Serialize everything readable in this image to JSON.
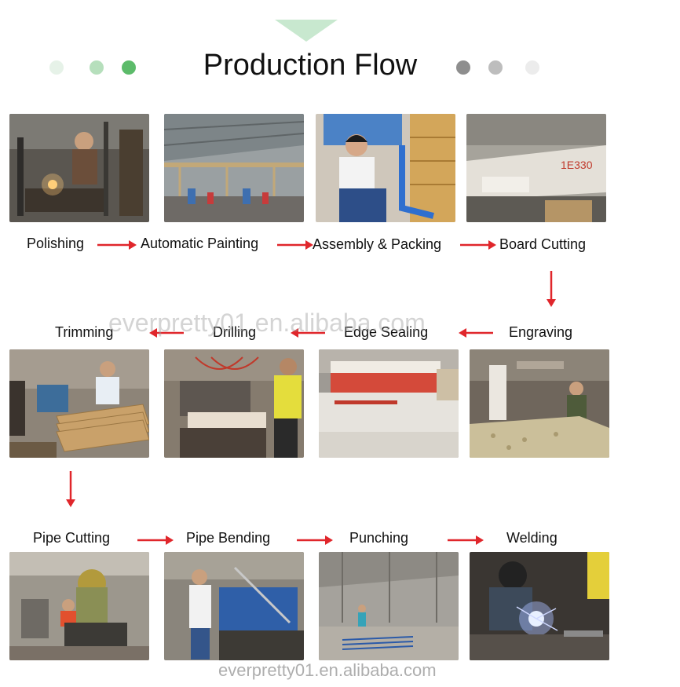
{
  "title": "Production Flow",
  "colors": {
    "accent_green": "#5cbb6a",
    "dot_green_mid": "#b6dfbc",
    "dot_green_light": "#e4f2e6",
    "dot_gray_dark": "#8e8e8e",
    "dot_gray_mid": "#bdbdbd",
    "dot_gray_light": "#e6e6e6",
    "arrow_red": "#e0262b"
  },
  "steps": {
    "polishing": "Polishing",
    "automatic_painting": "Automatic Painting",
    "assembly_packing": "Assembly & Packing",
    "board_cutting": "Board Cutting",
    "trimming": "Trimming",
    "drilling": "Drilling",
    "edge_sealing": "Edge Sealing",
    "engraving": "Engraving",
    "pipe_cutting": "Pipe Cutting",
    "pipe_bending": "Pipe Bending",
    "punching": "Punching",
    "welding": "Welding"
  },
  "watermark_center": "everpretty01.en.alibaba.com",
  "watermark_bottom": "everpretty01.en.alibaba.com"
}
